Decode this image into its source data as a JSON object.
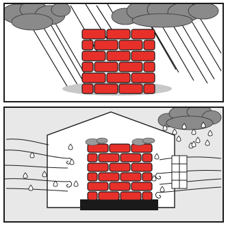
{
  "figure": {
    "panels": [
      {
        "id": "top",
        "scene": "brick-wall-in-rain",
        "background": "#ffffff",
        "elements": [
          "rain-cloud-icon",
          "rain-cloud-icon",
          "rain-streaks",
          "brick-wall",
          "ground-shadow"
        ]
      },
      {
        "id": "bottom",
        "scene": "brick-wall-inside-house",
        "background": "#e8e8e8",
        "elements": [
          "house-outline",
          "rain-cloud-icon",
          "raindrop-icon",
          "air-flow-lines",
          "brick-wall",
          "mold-patches",
          "window-grid",
          "foundation-slab"
        ]
      }
    ],
    "colors": {
      "brick": "#e8302b",
      "mortar": "#1a1a1a",
      "cloud": "#8a8a8a",
      "ground_shadow": "#c8c8c8",
      "foundation": "#1a1a1a",
      "lines": "#1a1a1a",
      "bottom_background": "#e8e8e8"
    }
  }
}
